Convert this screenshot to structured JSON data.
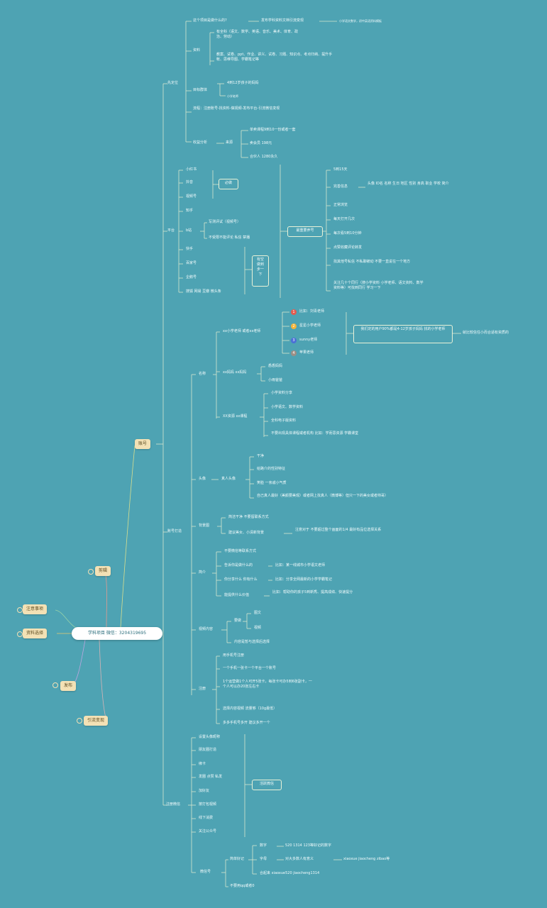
{
  "root": "学科项目 微信：3204319695",
  "left_branches": [
    "注意事项",
    "资料选择",
    "发布",
    "引流变现",
    "剪辑"
  ],
  "account": "账号",
  "positioning": {
    "label": "先定位",
    "q": "这个项目是做什么的?",
    "q_ans": "发布学科资料文档引流变现",
    "q_ans2": "小学语文数学，初中英语资料模板",
    "materials_label": "资料",
    "mat1": "有全科（语文、数学、英语、音乐、美术、体育、政治、劳动）",
    "mat2": "教案、试卷、ppt、作业、讲义、试卷、习题、知识点、考点归纳、提升手帐、思维导图、学霸笔记等",
    "target_label": "目标群体",
    "target1": "4到12岁孩子的妈妈",
    "target2": "小学老师",
    "flow": "流程：注册账号-找资料-做视频-发布平台-引流微信变现",
    "profit_label": "收益分析",
    "source": "来源",
    "p1": "单卖课程9到10一份或者一套",
    "p2": "卖会员 198元",
    "p3": "合伙人 1280永久"
  },
  "platforms": {
    "label": "平台",
    "items": [
      "小红书",
      "抖音",
      "视频号",
      "知乎",
      "b站",
      "快手",
      "百家号",
      "企鹅号",
      "搜狐 网易 豆瓣 微头条"
    ],
    "must": "必做",
    "bili1": "写测评试（视频号）",
    "bili2": "不受限不能评论 私信 禁播",
    "try": "有空做到步一下",
    "ops": "最重要养号",
    "ops_items": [
      "5到15天",
      "完善信息",
      "正常浏览",
      "每天打开几次",
      "每次看5到10分钟",
      "点赞收藏评论转发",
      "找其他号私信 不私聊被动 不要一直说在一个地方",
      "关注几十个同行（搜小学资料 小学老师、语文资料、数学资料等）可找到同行 学习一下"
    ],
    "info_detail": "头像 ID名 名称 生日 地区 性别 身高 职业 学校 简介"
  },
  "naming": {
    "label": "名称",
    "teacher_name": "xx小学老师 或者xx老师",
    "teachers": [
      "比如：刘青老师",
      "星星小学老师",
      "sunny老师",
      "苹果老师"
    ],
    "note": "我们定的用户90%都是4-12岁孩子妈妈 找的小学老师",
    "note2": "就比较信任小而合适有资质的",
    "mom": "xx妈妈 xx妈妈",
    "mom1": "悉悉妈妈",
    "mom2": "小雨爸爸",
    "xx": "XX资源 xx课程",
    "xx1": "小学资料分享",
    "xx2": "小学语文、数学资料",
    "xx3": "全科电子版资料",
    "xx4": "不要出现具体课程或者机构 比如：学而思资源 学霸课堂"
  },
  "avatar": {
    "label": "头像",
    "real": "真人头像",
    "a1": "干净",
    "a2": "给路介的性别特征",
    "a3": "笑脸 一亲戚小气质",
    "a4": "自己真人最好（美颜要美观）或者网上找真人（微博等）但只一下的美女或者帅哥）"
  },
  "bg": {
    "label": "背景图",
    "b1": "简洁干净 不要留联系方式",
    "b2": "建议美女、小清新背景",
    "b3": "注意对于 不要超过整个画面的1/4 最好有品位选择关系"
  },
  "intro": {
    "label": "简介",
    "i1": "不要微信等联系方式",
    "i2": "告诉你是做什么的",
    "i2a": "比如：某一线城市小学语文老师",
    "i3": "你分享什么 你有什么",
    "i3a": "比如：分享全网最新的小学学霸笔记",
    "i4": "能提供什么价值",
    "i4a": "比如：帮助你的孩子5到新秀、提高成绩、快速提分"
  },
  "video": {
    "label": "视频内容",
    "v0": "要做",
    "v1": "图文",
    "v2": "视频",
    "v3": "内容是暂与选择后选择"
  },
  "reg": {
    "label": "注册",
    "r1": "用手机号注册",
    "r2": "一个手机一张卡一个平台一个账号",
    "r3": "1个运营做1个人可开5张卡，每张卡可办5到6张副卡，一个人可以办20张左右卡",
    "r4": "选择内容视频 流量够（10g最低）",
    "r5": "多多手机号多开 建议多开一个"
  },
  "wechat": {
    "label": "注册微信",
    "items": [
      "设置头像昵称",
      "朋友圈打造",
      "绑卡",
      "发圈 点赞 私发",
      "加好友",
      "按打包视频",
      "线下消费",
      "关注公众号"
    ],
    "act": "活跃微信",
    "wlabel": "微信号",
    "fmt": "简单好记",
    "d": "数字",
    "d1": "520 1314 123等好记的数字",
    "e": "字母",
    "e1": "对大多数人有意义",
    "e2": "xiaoxue jiaocheng zibao等",
    "c": "合起来 xiaoxue520 jiaocheng1314",
    "last": "不要用qq或者0"
  }
}
